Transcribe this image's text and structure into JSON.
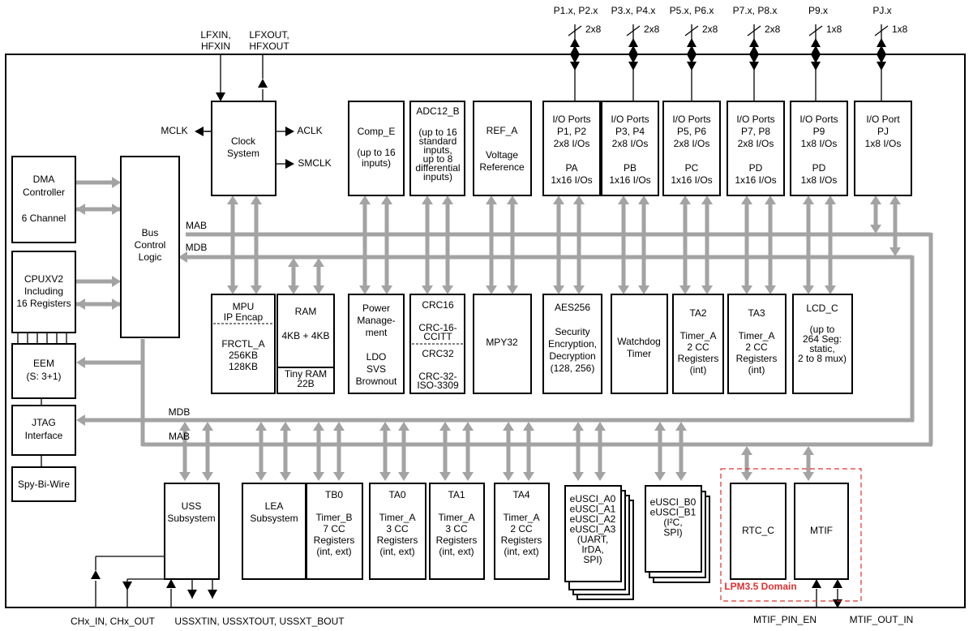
{
  "top_pins": {
    "ports": [
      {
        "pins": "P1.x, P2.x",
        "width": "2x8"
      },
      {
        "pins": "P3.x, P4.x",
        "width": "2x8"
      },
      {
        "pins": "P5.x, P6.x",
        "width": "2x8"
      },
      {
        "pins": "P7.x, P8.x",
        "width": "2x8"
      },
      {
        "pins": "P9.x",
        "width": "1x8"
      },
      {
        "pins": "PJ.x",
        "width": "1x8"
      }
    ],
    "clock_in": [
      "LFXIN,",
      "HFXIN"
    ],
    "clock_out": [
      "LFXOUT,",
      "HFXOUT"
    ]
  },
  "clock_signals": {
    "mclk": "MCLK",
    "aclk": "ACLK",
    "smclk": "SMCLK"
  },
  "bus_labels": {
    "mab_top": "MAB",
    "mdb_top": "MDB",
    "mdb_bottom": "MDB",
    "mab_bottom": "MAB"
  },
  "blocks": {
    "dma": [
      "DMA",
      "Controller",
      "",
      "6 Channel"
    ],
    "cpu": [
      "CPUXV2",
      "Including",
      "16 Registers"
    ],
    "eem": [
      "EEM",
      "(S: 3+1)"
    ],
    "jtag": [
      "JTAG",
      "Interface"
    ],
    "spy": [
      "Spy-Bi-Wire"
    ],
    "bus_ctrl": [
      "Bus",
      "Control",
      "Logic"
    ],
    "clock": [
      "Clock",
      "System"
    ],
    "comp_e": [
      "Comp_E",
      "",
      "(up to 16",
      "inputs)"
    ],
    "adc": [
      "ADC12_B",
      "",
      "(up to 16",
      "standard",
      "inputs,",
      "up to 8",
      "differential",
      "inputs)"
    ],
    "ref": [
      "REF_A",
      "",
      "Voltage",
      "Reference"
    ],
    "io_ports": [
      [
        "I/O Ports",
        "P1, P2",
        "2x8 I/Os",
        "",
        "PA",
        "1x16 I/Os"
      ],
      [
        "I/O Ports",
        "P3, P4",
        "2x8 I/Os",
        "",
        "PB",
        "1x16 I/Os"
      ],
      [
        "I/O Ports",
        "P5, P6",
        "2x8 I/Os",
        "",
        "PC",
        "1x16 I/Os"
      ],
      [
        "I/O Ports",
        "P7, P8",
        "2x8 I/Os",
        "",
        "PD",
        "1x16 I/Os"
      ],
      [
        "I/O Ports",
        "P9",
        "1x8 I/Os",
        "",
        "PD",
        "1x8 I/Os"
      ],
      [
        "I/O Port",
        "PJ",
        "1x8 I/Os"
      ]
    ],
    "mpu": [
      "MPU",
      "IP Encap"
    ],
    "frctl": [
      "FRCTL_A",
      "256KB",
      "128KB"
    ],
    "ram": [
      "RAM",
      "",
      "4KB + 4KB"
    ],
    "tiny_ram": [
      "Tiny RAM",
      "22B"
    ],
    "pmm": [
      "Power",
      "Manage-",
      "ment",
      "",
      "LDO",
      "SVS",
      "Brownout"
    ],
    "crc16": [
      "CRC16",
      "",
      "CRC-16-",
      "CCITT"
    ],
    "crc32": [
      "CRC32",
      "",
      "CRC-32-",
      "ISO-3309"
    ],
    "mpy": [
      "MPY32"
    ],
    "aes": [
      "AES256",
      "",
      "Security",
      "Encryption,",
      "Decryption",
      "(128, 256)"
    ],
    "wdt": [
      "Watchdog",
      "Timer"
    ],
    "ta2": [
      "TA2",
      "",
      "Timer_A",
      "2 CC",
      "Registers",
      "(int)"
    ],
    "ta3": [
      "TA3",
      "",
      "Timer_A",
      "2 CC",
      "Registers",
      "(int)"
    ],
    "lcd": [
      "LCD_C",
      "",
      "(up to",
      "264 Seg:",
      "static,",
      "2 to 8 mux)"
    ],
    "uss": [
      "USS",
      "Subsystem"
    ],
    "lea": [
      "LEA",
      "Subsystem"
    ],
    "tb0": [
      "TB0",
      "",
      "Timer_B",
      "7 CC",
      "Registers",
      "(int, ext)"
    ],
    "ta0": [
      "TA0",
      "",
      "Timer_A",
      "3 CC",
      "Registers",
      "(int, ext)"
    ],
    "ta1": [
      "TA1",
      "",
      "Timer_A",
      "3 CC",
      "Registers",
      "(int, ext)"
    ],
    "ta4": [
      "TA4",
      "",
      "Timer_A",
      "2 CC",
      "Registers",
      "(int, ext)"
    ],
    "eusci_a": [
      "eUSCI_A0",
      "eUSCI_A1",
      "eUSCI_A2",
      "eUSCI_A3",
      "(UART,",
      "IrDA,",
      "SPI)"
    ],
    "eusci_b": [
      "eUSCI_B0",
      "eUSCI_B1",
      "(I²C,",
      "SPI)"
    ],
    "rtc": [
      "RTC_C"
    ],
    "mtif": [
      "MTIF"
    ]
  },
  "lpm_domain": "LPM3.5 Domain",
  "bottom_pins": {
    "chx": "CHx_IN, CHx_OUT",
    "ussxt": "USSXTIN, USSXTOUT, USSXT_BOUT",
    "mtif_en": "MTIF_PIN_EN",
    "mtif_out": "MTIF_OUT_IN"
  },
  "colors": {
    "bus": "#a3a3a3",
    "domain_outline": "#e03030",
    "block_border": "#000000"
  }
}
